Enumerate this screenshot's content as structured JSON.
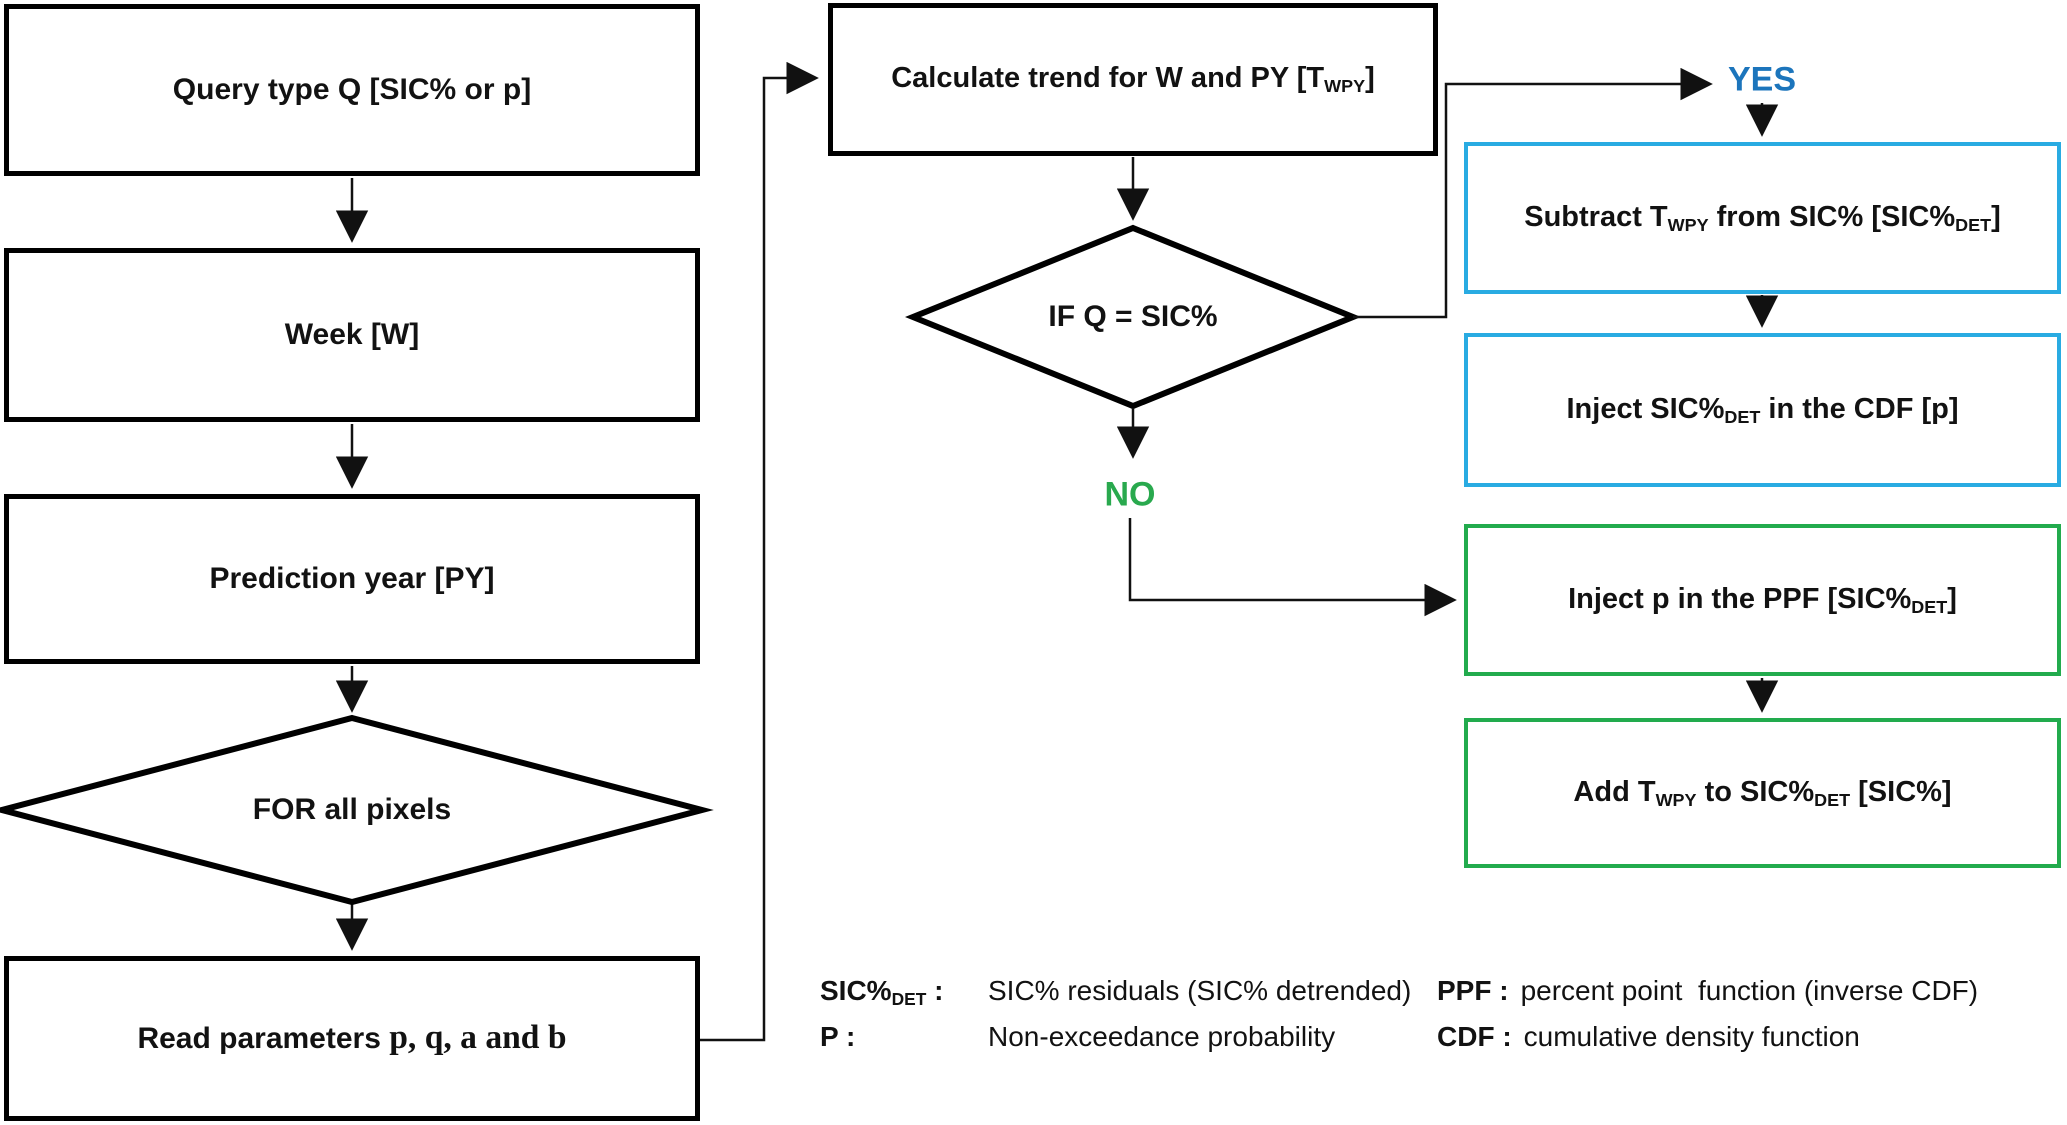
{
  "diagram": {
    "nodes": {
      "query": "Query type Q [SIC% or p]",
      "week": "Week [W]",
      "prediction_year": "Prediction year [PY]",
      "for_all_pixels": "FOR all pixels",
      "read_parameters": {
        "prefix": "Read parameters ",
        "params": "p, q, a and b"
      },
      "calculate_trend": {
        "p1": "Calculate trend for W and PY [T",
        "sub1": "WPY",
        "p2": "]"
      },
      "if_q": "IF Q = SIC%",
      "subtract_trend": {
        "p1": "Subtract T",
        "sub1": "WPY",
        "p2": " from SIC% [SIC%",
        "sub2": "DET",
        "p3": "]"
      },
      "inject_cdf": {
        "p1": "Inject SIC%",
        "sub1": "DET",
        "p2": " in the CDF [p]"
      },
      "inject_ppf": {
        "p1": "Inject p in the PPF [SIC%",
        "sub1": "DET",
        "p2": "]"
      },
      "add_trend": {
        "p1": "Add T",
        "sub1": "WPY",
        "p2": " to SIC%",
        "sub2": "DET",
        "p3": " [SIC%]"
      }
    },
    "branch_labels": {
      "yes": "YES",
      "no": "NO"
    },
    "legend": {
      "left": [
        {
          "term_p1": "SIC%",
          "term_sub": "DET",
          "term_p2": " :",
          "desc": "SIC% residuals (SIC% detrended)"
        },
        {
          "term_p1": "P :",
          "term_sub": "",
          "term_p2": "",
          "desc": "Non-exceedance probability"
        }
      ],
      "right": [
        {
          "term": "PPF :",
          "desc": "percent point  function (inverse CDF)"
        },
        {
          "term": "CDF :",
          "desc": "cumulative density function"
        }
      ]
    },
    "colors": {
      "blue_border": "#29ABE2",
      "blue_label": "#1C75BC",
      "green_border": "#22AB4D",
      "green_label": "#29A94E",
      "line": "#000000"
    }
  }
}
